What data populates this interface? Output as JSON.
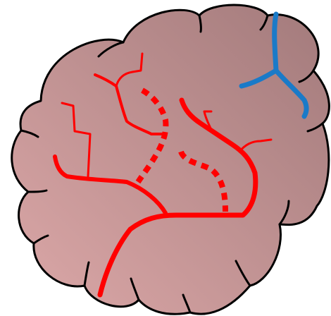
{
  "diagram": {
    "kind": "cloud-shaped organ illustration with branching vessels",
    "fill_gradient": {
      "light": "#dca8a8",
      "dark": "#a27a7b"
    },
    "outline_color": "#000000",
    "vessels": [
      {
        "name": "red-vessel",
        "style": "solid",
        "color": "#ff0000"
      },
      {
        "name": "red-vessel-dashed",
        "style": "dashed",
        "color": "#ff0000"
      },
      {
        "name": "blue-vessel",
        "style": "solid",
        "color": "#1a7ac8"
      }
    ]
  }
}
